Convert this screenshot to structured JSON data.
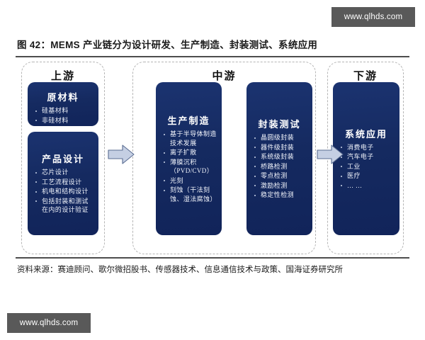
{
  "watermarks": {
    "top": "www.qlhds.com",
    "bottom": "www.qlhds.com"
  },
  "figure": {
    "title": "图 42：MEMS 产业链分为设计研发、生产制造、封装测试、系统应用",
    "source": "资料来源：赛迪顾问、歌尔微招股书、传感器技术、信息通信技术与政策、国海证券研究所"
  },
  "stages": [
    {
      "id": "upstream",
      "label": "上游",
      "boxes": [
        {
          "id": "raw-materials",
          "title": "原材料",
          "items": [
            "硅基材料",
            "非硅材料"
          ]
        },
        {
          "id": "product-design",
          "title": "产品设计",
          "items": [
            "芯片设计",
            "工艺流程设计",
            "机电和结构设计",
            "包括封装和测试在内的设计验证"
          ]
        }
      ]
    },
    {
      "id": "midstream",
      "label": "中游",
      "boxes": [
        {
          "id": "manufacturing",
          "title": "生产制造",
          "items": [
            "基于半导体制造技术发展",
            "离子扩散",
            "薄膜沉积（PVD/CVD）",
            "光刻",
            "刻蚀（干法刻蚀、湿法腐蚀）"
          ]
        },
        {
          "id": "packaging-testing",
          "title": "封装测试",
          "items": [
            "晶圆级封装",
            "器件级封装",
            "系统级封装",
            "桥路检测",
            "零点检测",
            "激励检测",
            "稳定性检测"
          ]
        }
      ]
    },
    {
      "id": "downstream",
      "label": "下游",
      "boxes": [
        {
          "id": "system-application",
          "title": "系统应用",
          "items": [
            "消费电子",
            "汽车电子",
            "工业",
            "医疗",
            "… …"
          ]
        }
      ]
    }
  ],
  "arrows": [
    {
      "id": "arrow-upstream-to-midstream"
    },
    {
      "id": "arrow-manufacturing-to-packaging"
    },
    {
      "id": "arrow-midstream-to-downstream"
    }
  ],
  "colors": {
    "box_navy": "#15295e",
    "arrow_fill": "#c5cfe3",
    "arrow_stroke": "#5b6d92",
    "dashed_border": "#b5b5b5",
    "rule": "#4d4d4d",
    "watermark_bg": "#595959"
  }
}
